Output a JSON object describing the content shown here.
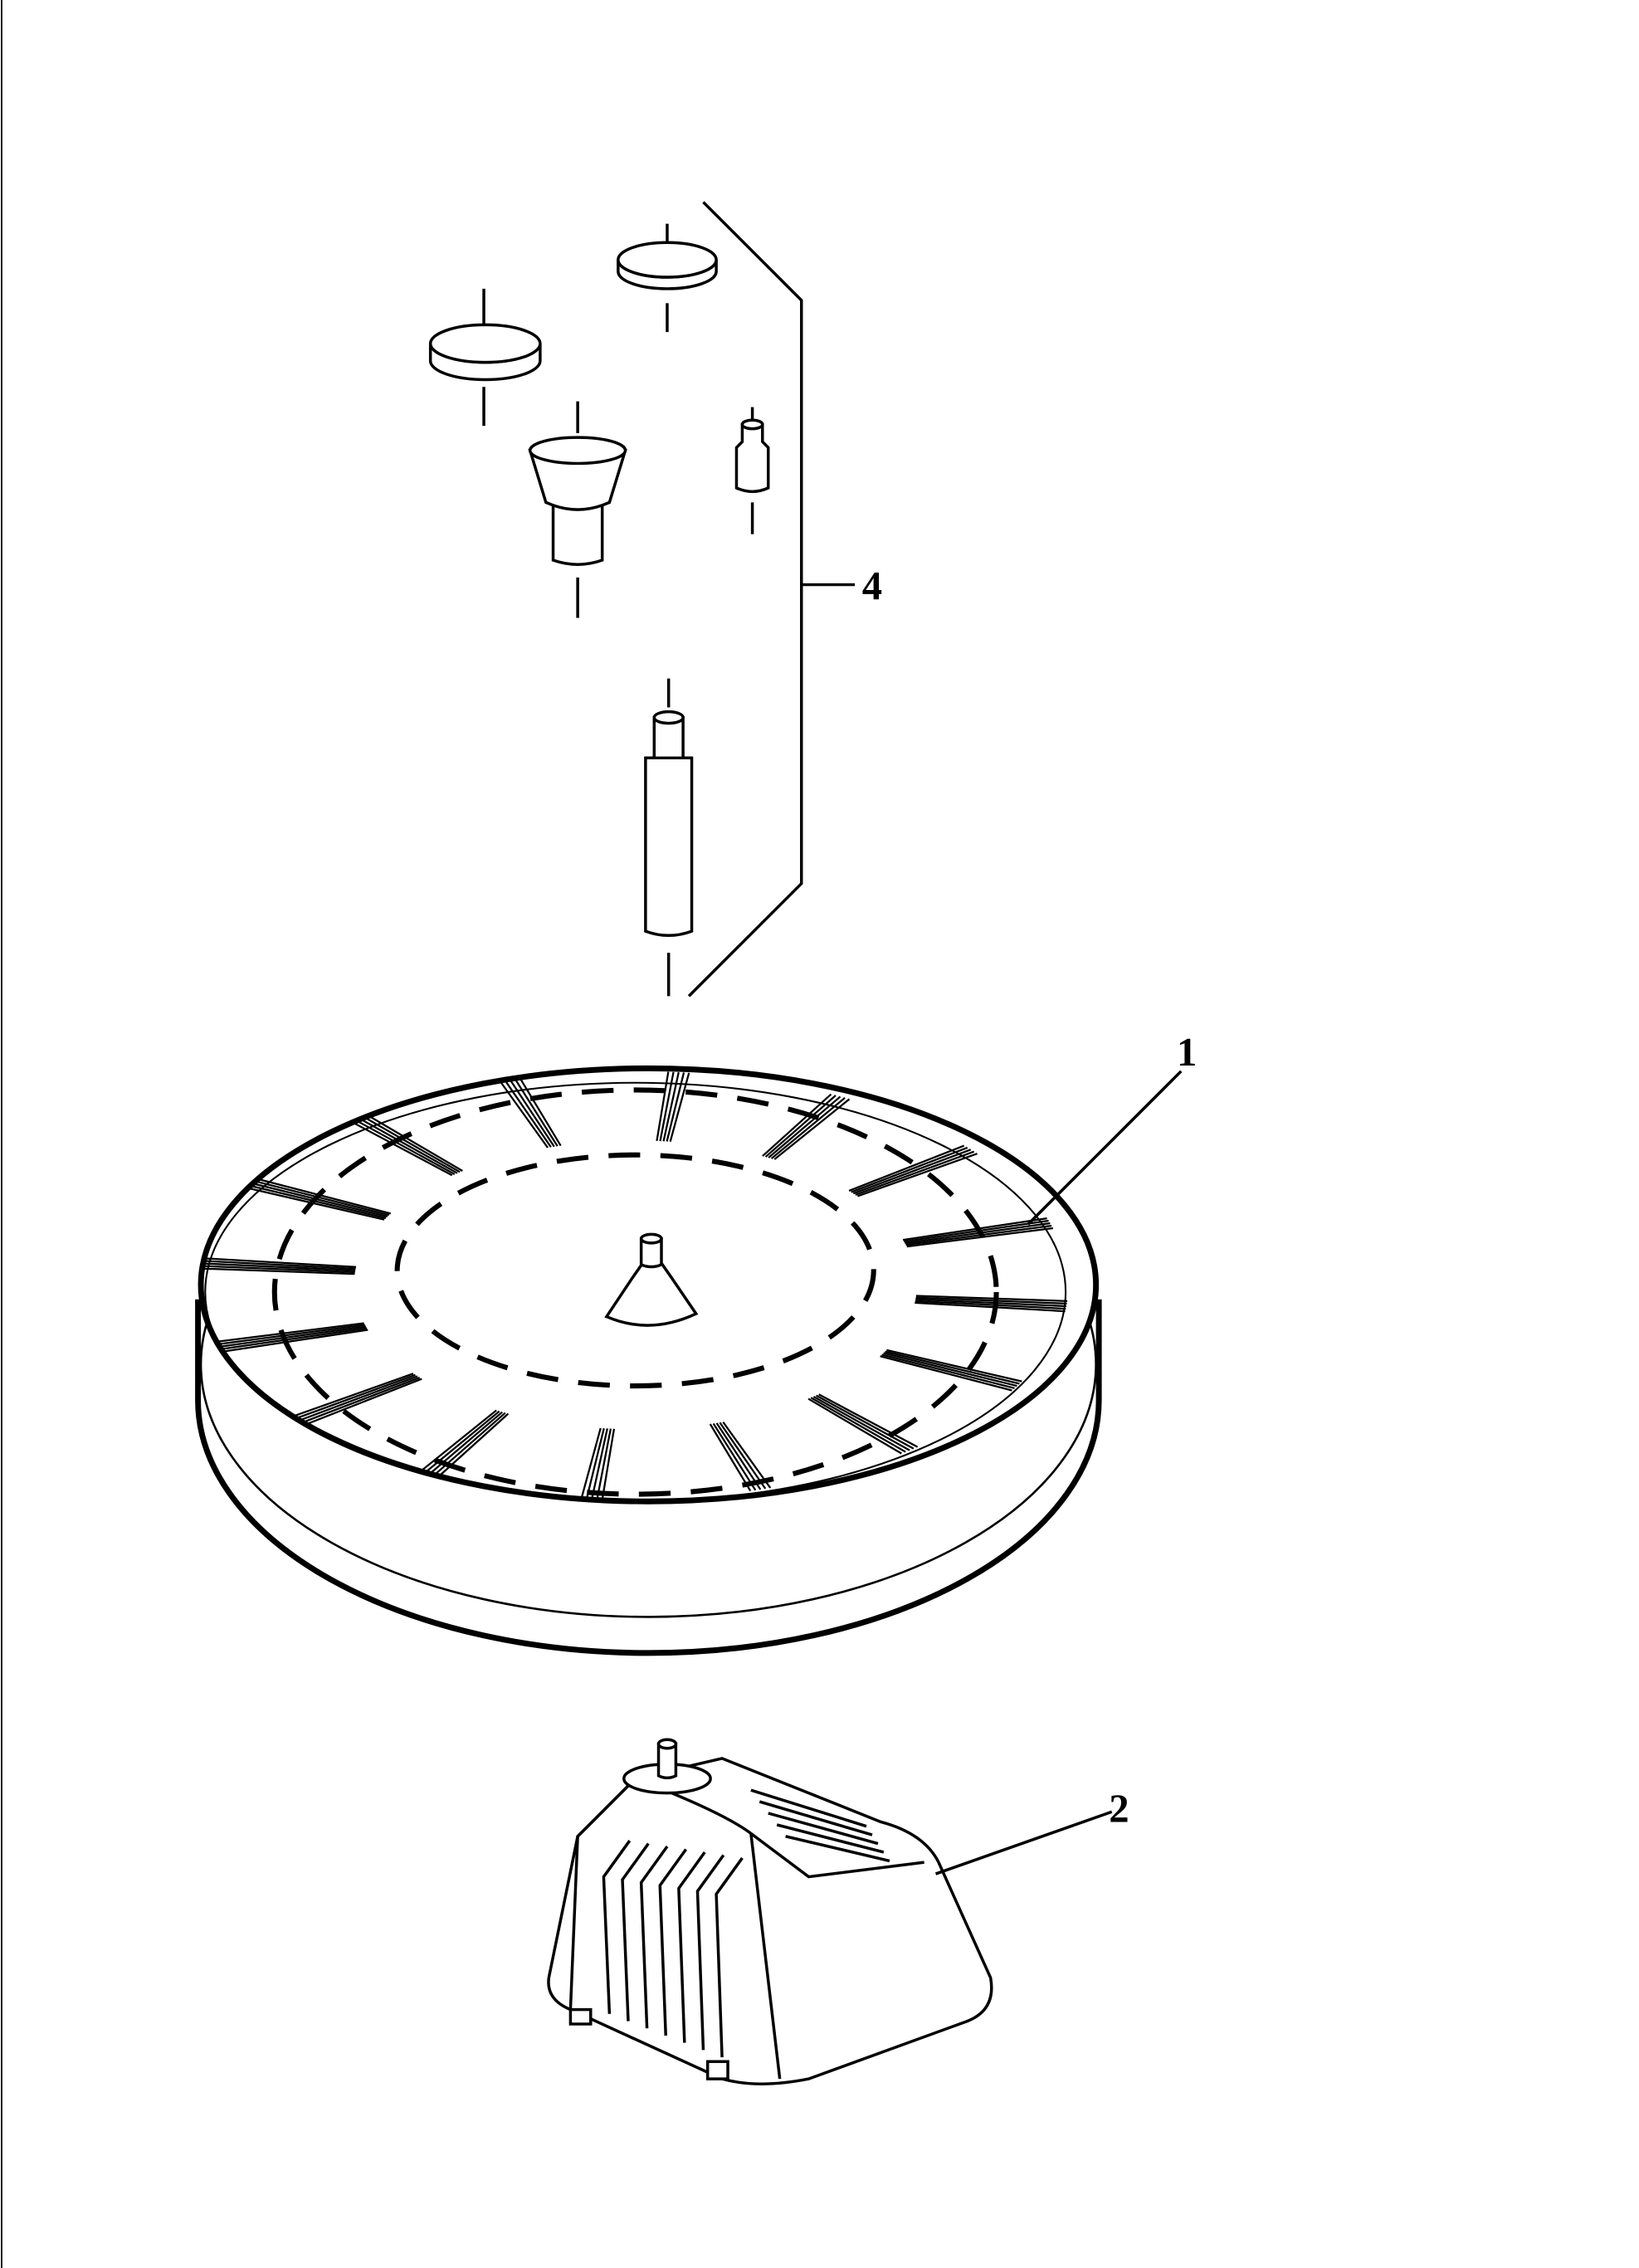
{
  "figure": {
    "labels": {
      "turntable": "1",
      "base_housing": "2",
      "accessory_set": "4"
    },
    "ink_color": "#000000",
    "background_color": "#ffffff"
  }
}
